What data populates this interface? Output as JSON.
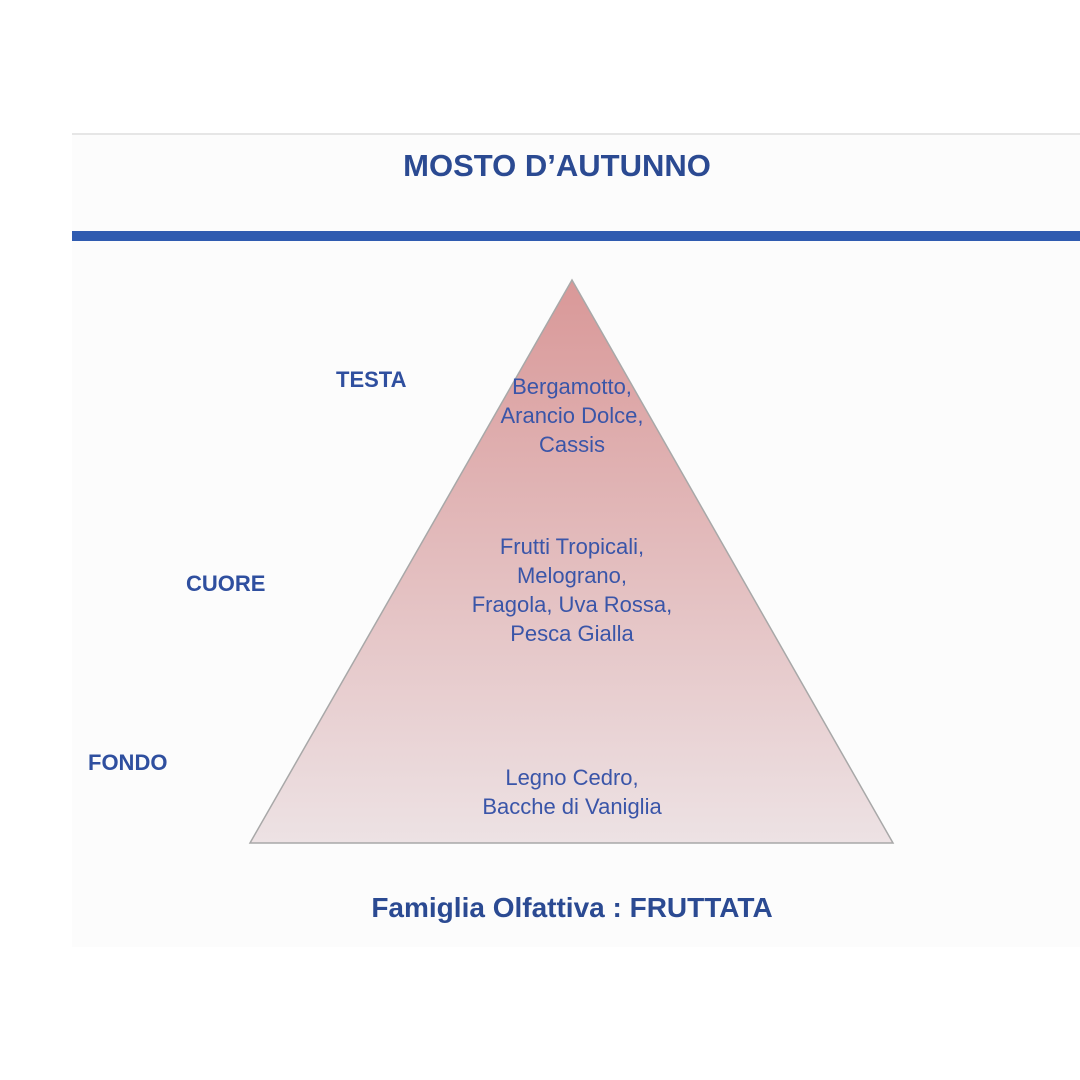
{
  "title": "MOSTO D’AUTUNNO",
  "levels": {
    "top": {
      "label": "TESTA",
      "notes": [
        "Bergamotto,",
        "Arancio Dolce,",
        "Cassis"
      ]
    },
    "heart": {
      "label": "CUORE",
      "notes": [
        "Frutti Tropicali,",
        "Melograno,",
        "Fragola, Uva Rossa,",
        "Pesca Gialla"
      ]
    },
    "base": {
      "label": "FONDO",
      "notes": [
        "Legno Cedro,",
        "Bacche di Vaniglia"
      ]
    }
  },
  "family": "Famiglia Olfattiva : FRUTTATA",
  "colors": {
    "accent": "#2f5bb0",
    "text": "#2b4a92",
    "pyramid_top": "#d99898",
    "pyramid_bottom": "#ede2e4"
  }
}
